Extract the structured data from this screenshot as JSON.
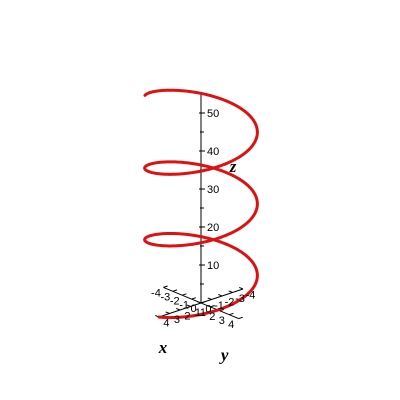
{
  "chart_data": {
    "type": "line",
    "title": "",
    "series": [
      {
        "x_of_t": "4*cos(t)",
        "y_of_t": "4*sin(t)",
        "z_of_t": "3*t",
        "t_range": [
          0,
          18
        ],
        "color": "#dd1111"
      }
    ],
    "axes": {
      "x": {
        "label": "x",
        "range": [
          -4,
          4
        ],
        "ticks": [
          "-4",
          "-3",
          "-2",
          "-1",
          "0",
          "1",
          "2",
          "3",
          "4"
        ]
      },
      "y": {
        "label": "y",
        "range": [
          -4,
          4
        ],
        "ticks": [
          "-4",
          "-3",
          "-2",
          "-1",
          "0",
          "1",
          "2",
          "3",
          "4"
        ]
      },
      "z": {
        "label": "z",
        "range": [
          0,
          55
        ],
        "ticks": [
          "10",
          "20",
          "30",
          "40",
          "50"
        ]
      }
    },
    "grid": false,
    "legend": "none"
  }
}
